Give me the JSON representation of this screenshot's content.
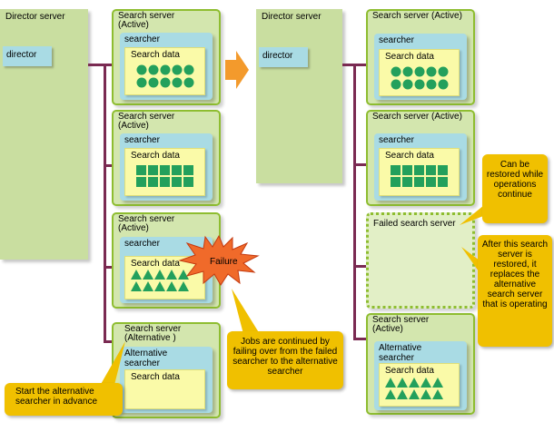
{
  "left": {
    "director_title": "Director server",
    "director_process": "director",
    "server1": {
      "title": "Search server (Active)",
      "searcher": "searcher",
      "data": "Search data"
    },
    "server2": {
      "title": "Search server (Active)",
      "searcher": "searcher",
      "data": "Search data"
    },
    "server3": {
      "title": "Search server (Active)",
      "searcher": "searcher",
      "data": "Search data",
      "failure": "Failure"
    },
    "server4": {
      "title": "Search server (Alternative )",
      "searcher": "Alternative searcher",
      "data": "Search data"
    }
  },
  "right": {
    "director_title": "Director server",
    "director_process": "director",
    "server1": {
      "title": "Search server (Active)",
      "searcher": "searcher",
      "data": "Search data"
    },
    "server2": {
      "title": "Search server (Active)",
      "searcher": "searcher",
      "data": "Search data"
    },
    "failed": {
      "title": "Failed search server"
    },
    "server4": {
      "title": "Search server (Active)",
      "searcher": "Alternative searcher",
      "data": "Search data"
    }
  },
  "callouts": {
    "restored": "Can be restored while operations continue",
    "replaces": "After this search server is restored, it replaces the alternative search server that is operating",
    "jobs": "Jobs are continued by failing over from the failed searcher to the alternative searcher",
    "start": "Start the alternative searcher in advance"
  },
  "colors": {
    "server_fill": "#d3e6ae",
    "server_border": "#8ebd30",
    "director_fill": "#c9dea0",
    "searcher_fill": "#a9dbe4",
    "data_fill": "#fafaa8",
    "shape_fill": "#23a05c",
    "connector": "#7a2a52",
    "callout_fill": "#f0c000",
    "failure_fill": "#f06a2a",
    "arrow_fill": "#f39a2c"
  }
}
